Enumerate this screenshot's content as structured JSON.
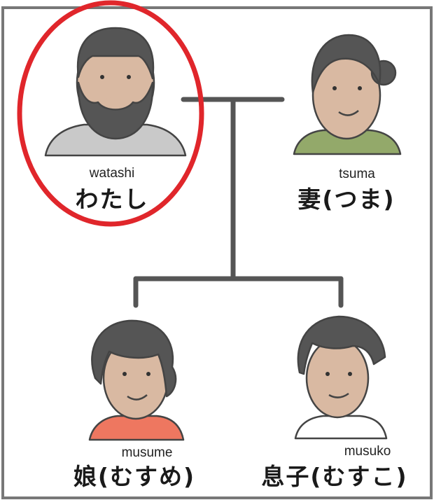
{
  "members": {
    "watashi": {
      "romaji": "watashi",
      "kana": "わたし",
      "highlighted": true
    },
    "tsuma": {
      "romaji": "tsuma",
      "kana": "妻(つま)"
    },
    "musume": {
      "romaji": "musume",
      "kana": "娘(むすめ)"
    },
    "musuko": {
      "romaji": "musuko",
      "kana": "息子(むすこ)"
    }
  },
  "colors": {
    "frame": "#777777",
    "line": "#555555",
    "highlight": "#e0262b",
    "hair": "#555555",
    "skin": "#d9b9a2",
    "watashi_shirt": "#c9c9c9",
    "tsuma_shirt": "#93a96a",
    "musume_shirt": "#ee7760",
    "musuko_shirt": "#ffffff"
  }
}
